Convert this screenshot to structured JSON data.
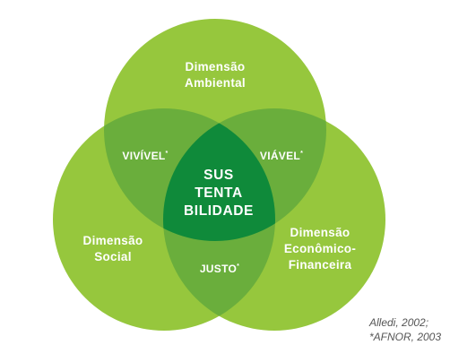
{
  "diagram": {
    "colors": {
      "circle": "#96c73d",
      "overlap": "#6aae3c",
      "center": "#0f8a3a",
      "text": "#ffffff",
      "caption": "#555555"
    },
    "circles": {
      "environmental": {
        "line1": "Dimensão",
        "line2": "Ambiental"
      },
      "social": {
        "line1": "Dimensão",
        "line2": "Social"
      },
      "economic": {
        "line1": "Dimensão",
        "line2": "Econômico-",
        "line3": "Financeira"
      }
    },
    "overlaps": {
      "livable": {
        "text": "VIVÍVEL",
        "mark": "*"
      },
      "viable": {
        "text": "VIÁVEL",
        "mark": "*"
      },
      "fair": {
        "text": "JUSTO",
        "mark": "*"
      }
    },
    "center": {
      "line1": "SUS",
      "line2": "TENTA",
      "line3": "BILIDADE"
    }
  },
  "caption": {
    "line1": "Alledi, 2002;",
    "line2": "*AFNOR, 2003"
  }
}
